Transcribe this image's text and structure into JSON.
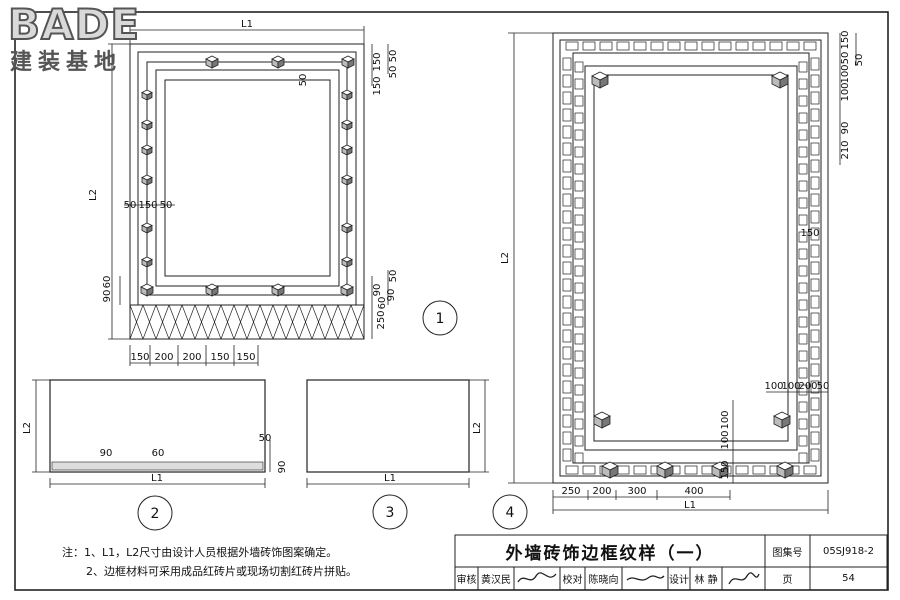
{
  "logo": {
    "brand": "BADE",
    "subtitle": "建装基地"
  },
  "title_block": {
    "title": "外墙砖饰边框纹样（一）",
    "atlas_label": "图集号",
    "atlas_no": "05SJ918-2",
    "review_label": "审核",
    "reviewer": "黄汉民",
    "check_label": "校对",
    "checker": "陈晓向",
    "design_label": "设计",
    "designer": "林 静",
    "page_label": "页",
    "page_no": "54"
  },
  "notes": {
    "line1": "注：1、L1，L2尺寸由设计人员根据外墙砖饰图案确定。",
    "line2": "2、边框材料可采用成品红砖片或现场切割红砖片拼贴。"
  },
  "diagram_labels": {
    "L1": "L1",
    "L2": "L2",
    "detail_1": "1",
    "detail_2": "2",
    "detail_3": "3",
    "detail_4": "4"
  },
  "dims_1": {
    "top": [
      "150",
      "50",
      "150",
      "50",
      "50"
    ],
    "right": [
      "90",
      "90",
      "60",
      "50"
    ],
    "right_base": "250",
    "left": [
      "90",
      "60"
    ],
    "left_mid": [
      "50",
      "150",
      "50"
    ],
    "bottom": [
      "150",
      "200",
      "200",
      "150",
      "150"
    ]
  },
  "dims_2": {
    "a": "90",
    "b": "60",
    "c": "50",
    "d": "90"
  },
  "dims_4": {
    "right_top": [
      "150",
      "50",
      "50",
      "100",
      "100"
    ],
    "right_mid": [
      "90",
      "210"
    ],
    "mid": "150",
    "lower_top": [
      "100",
      "100",
      "200",
      "50"
    ],
    "lower_left": [
      "100",
      "100",
      "150"
    ],
    "bottom": [
      "250",
      "200",
      "300",
      "400"
    ]
  }
}
